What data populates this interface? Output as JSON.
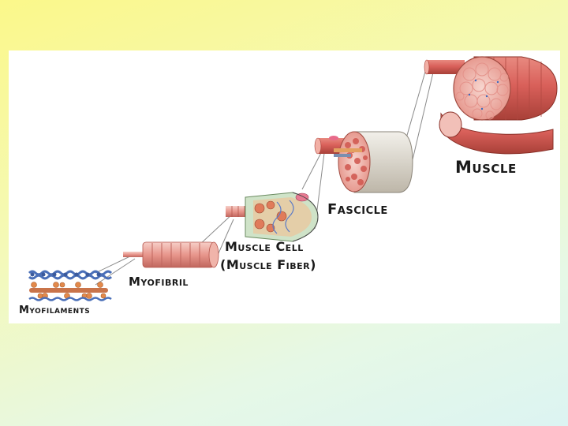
{
  "diagram": {
    "labels": {
      "muscle": "Muscle",
      "fascicle": "Fascicle",
      "muscle_cell": "Muscle Cell",
      "muscle_fiber": "(Muscle Fiber)",
      "myofibril": "Myofibril",
      "myofilaments": "Myofilaments"
    },
    "colors": {
      "background_top": "#fbf88a",
      "background_bottom": "#dcf4f2",
      "panel": "#ffffff",
      "muscle_red": "#d9605a",
      "muscle_pink": "#f2b8b0",
      "fascicle_bg": "#f4c8c0",
      "connector": "#888888",
      "filament_blue": "#4a6fb8",
      "filament_orange": "#d9803a"
    }
  }
}
